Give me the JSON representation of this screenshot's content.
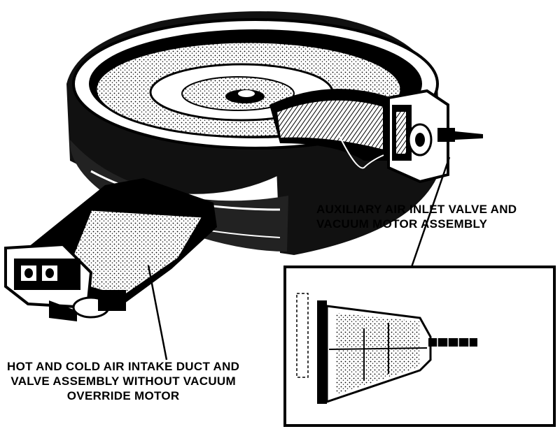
{
  "callouts": {
    "auxiliary_valve": {
      "lines": [
        "AUXILIARY AIR INLET VALVE AND",
        "VACUUM MOTOR ASSEMBLY"
      ]
    },
    "intake_duct": {
      "lines": [
        "HOT AND COLD AIR INTAKE DUCT AND",
        "VALVE ASSEMBLY WITHOUT VACUUM",
        "OVERRIDE MOTOR"
      ]
    }
  },
  "colors": {
    "ink": "#000000",
    "paper": "#ffffff"
  }
}
